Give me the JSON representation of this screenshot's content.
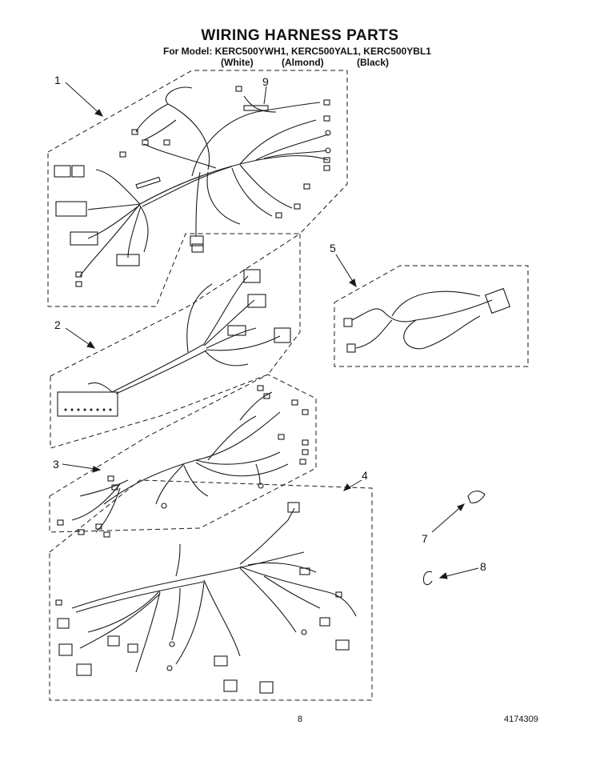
{
  "header": {
    "title": "WIRING HARNESS PARTS",
    "model_line": "For Model: KERC500YWH1, KERC500YAL1, KERC500YBL1",
    "colors": [
      "(White)",
      "(Almond)",
      "(Black)"
    ]
  },
  "callouts": [
    "1",
    "2",
    "3",
    "4",
    "5",
    "7",
    "8",
    "9"
  ],
  "footer": {
    "page_number": "8",
    "doc_number": "4174309"
  }
}
